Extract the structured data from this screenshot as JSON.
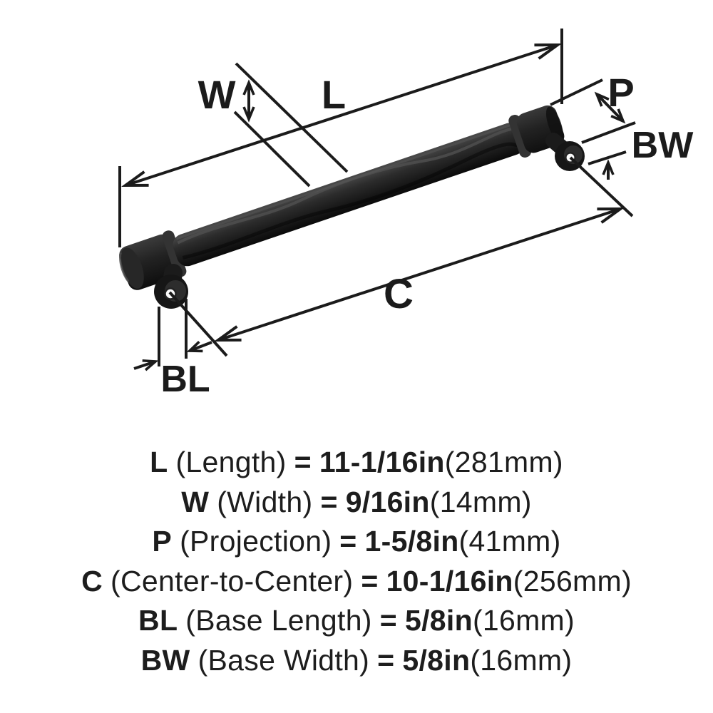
{
  "page": {
    "background": "#ffffff",
    "ink": "#1b1b1b",
    "handle_color": "#1a1a1a",
    "screw_hole_color": "#fafafa"
  },
  "diagram": {
    "labels": {
      "W": "W",
      "L": "L",
      "P": "P",
      "BW": "BW",
      "C": "C",
      "BL": "BL"
    }
  },
  "specs": [
    {
      "code": "L",
      "name": "(Length)",
      "eq": "=",
      "imperial": "11-1/16in",
      "metric": "(281mm)"
    },
    {
      "code": "W",
      "name": "(Width)",
      "eq": "=",
      "imperial": "9/16in",
      "metric": "(14mm)"
    },
    {
      "code": "P",
      "name": "(Projection)",
      "eq": "=",
      "imperial": "1-5/8in",
      "metric": "(41mm)"
    },
    {
      "code": "C",
      "name": "(Center-to-Center)",
      "eq": "=",
      "imperial": "10-1/16in",
      "metric": "(256mm)"
    },
    {
      "code": "BL",
      "name": "(Base Length)",
      "eq": "=",
      "imperial": "5/8in",
      "metric": "(16mm)"
    },
    {
      "code": "BW",
      "name": "(Base Width)",
      "eq": "=",
      "imperial": "5/8in",
      "metric": "(16mm)"
    }
  ]
}
